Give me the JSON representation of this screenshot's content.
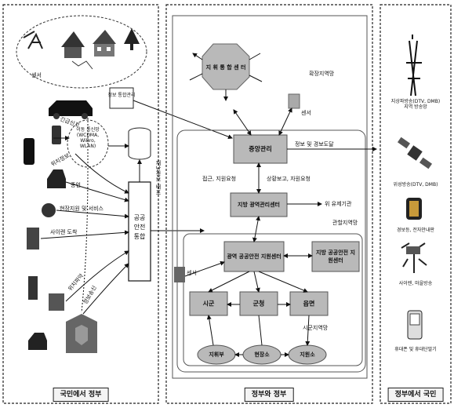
{
  "sections": {
    "left_title": "국민에서 정부",
    "middle_title": "정부와 정부",
    "right_title": "정부에서 국민"
  },
  "zones": {
    "wide_area": "확장지역망",
    "regional": "관할지역망",
    "local": "시군지역망"
  },
  "hubs": {
    "central": "중앙관리",
    "regional_center": "지방 광역관리센터",
    "provincial_a": "광역 공공안전 지원센터",
    "provincial_b": "지방 공공안전 지원센터",
    "city1": "시군",
    "city2": "군청",
    "city3": "읍면",
    "local1": "지휘부",
    "local2": "현장소",
    "local3": "지원소",
    "top_cloud": "지 휘 통 합 센 터"
  },
  "left": {
    "sensor": "센서",
    "network": "이동 통신망\n(WCDMA,\nWiBro,\nWLAN)",
    "report1": "긴급신고",
    "report2": "위치정보",
    "report3": "증언",
    "report4": "현장지원 및 서비스",
    "report5": "사이렌 도착",
    "report6": "위치파악",
    "report7": "정보송신",
    "gov_box": "공공\n안전\n통합",
    "receiver": "정보 통합관리",
    "vertical": "재난정보 배포"
  },
  "middle": {
    "top_sensor": "센서",
    "info_label": "정보 및 경보도달",
    "conn1": "접근, 지원요청",
    "conn2": "상황보고, 자원요청",
    "output": "위 유제기관",
    "left_sensor": "센서"
  },
  "right": {
    "item1": "지상파방송(DTV, DMB)\n지역 방송망",
    "item2": "위성방송(DTV, DMB)",
    "item3": "경보등, 전자안내판",
    "item4": "사이렌, 마을방송",
    "item5": "휴대폰 및 휴대단말기"
  },
  "colors": {
    "hub_fill": "#b9b9b9",
    "zone_line": "#555555",
    "dash": "#222222"
  }
}
